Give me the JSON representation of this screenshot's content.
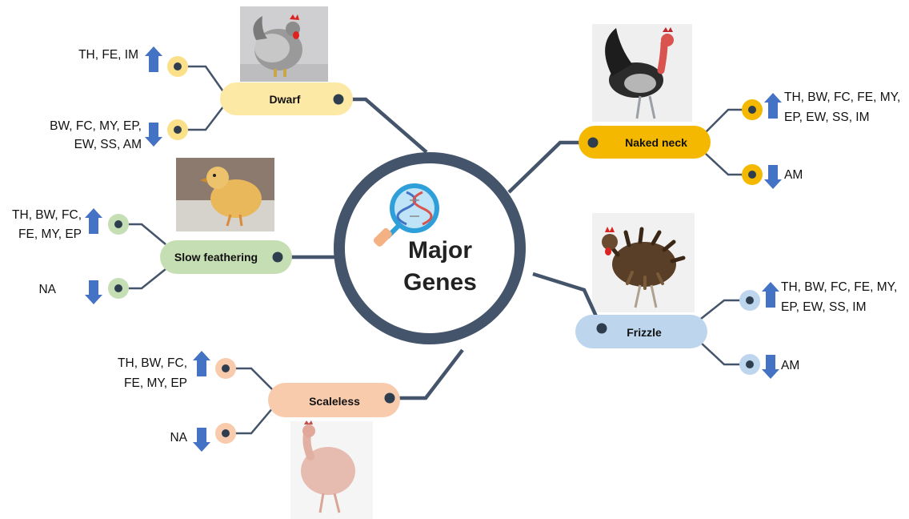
{
  "center": {
    "title_line1": "Major",
    "title_line2": "Genes",
    "icon": "dna-magnifier-icon"
  },
  "genes": [
    {
      "id": "dwarf",
      "label": "Dwarf",
      "color": "#FDE9A6",
      "dot": "#FBE08A",
      "up": [
        "TH, FE, IM"
      ],
      "down": [
        "BW, FC, MY, EP,",
        "EW, SS, AM"
      ],
      "photo": "dwarf-chicken-photo"
    },
    {
      "id": "naked-neck",
      "label": "Naked neck",
      "color": "#F5B800",
      "dot": "#F5B800",
      "up": [
        "TH, BW, FC, FE, MY,",
        "EP, EW, SS, IM"
      ],
      "down": [
        "AM"
      ],
      "photo": "naked-neck-chicken-photo"
    },
    {
      "id": "slow-feathering",
      "label": "Slow feathering",
      "color": "#C6DEB4",
      "dot": "#C6DEB4",
      "up": [
        "TH, BW, FC,",
        "FE, MY, EP"
      ],
      "down": [
        "NA"
      ],
      "photo": "chick-photo"
    },
    {
      "id": "frizzle",
      "label": "Frizzle",
      "color": "#BDD6EE",
      "dot": "#BDD6EE",
      "up": [
        "TH, BW, FC, FE, MY,",
        "EP, EW, SS, IM"
      ],
      "down": [
        "AM"
      ],
      "photo": "frizzle-chicken-photo"
    },
    {
      "id": "scaleless",
      "label": "Scaleless",
      "color": "#F8CBAD",
      "dot": "#F8CBAD",
      "up": [
        "TH, BW, FC,",
        "FE, MY, EP"
      ],
      "down": [
        "NA"
      ],
      "photo": "scaleless-chicken-photo"
    }
  ],
  "colors": {
    "line": "#44546A",
    "arrow": "#4472C4"
  }
}
